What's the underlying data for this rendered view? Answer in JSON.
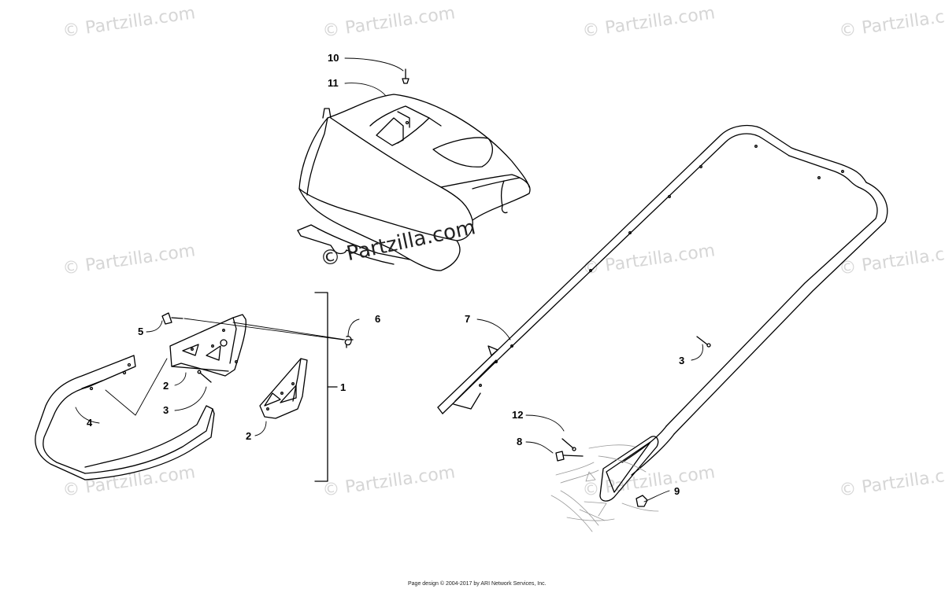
{
  "watermark": "© Partzilla.com",
  "callouts": [
    "10",
    "11",
    "5",
    "6",
    "2",
    "3",
    "1",
    "4",
    "2",
    "7",
    "3",
    "12",
    "8",
    "9"
  ],
  "footer": "Page design © 2004-2017 by ARI Network Services, Inc."
}
